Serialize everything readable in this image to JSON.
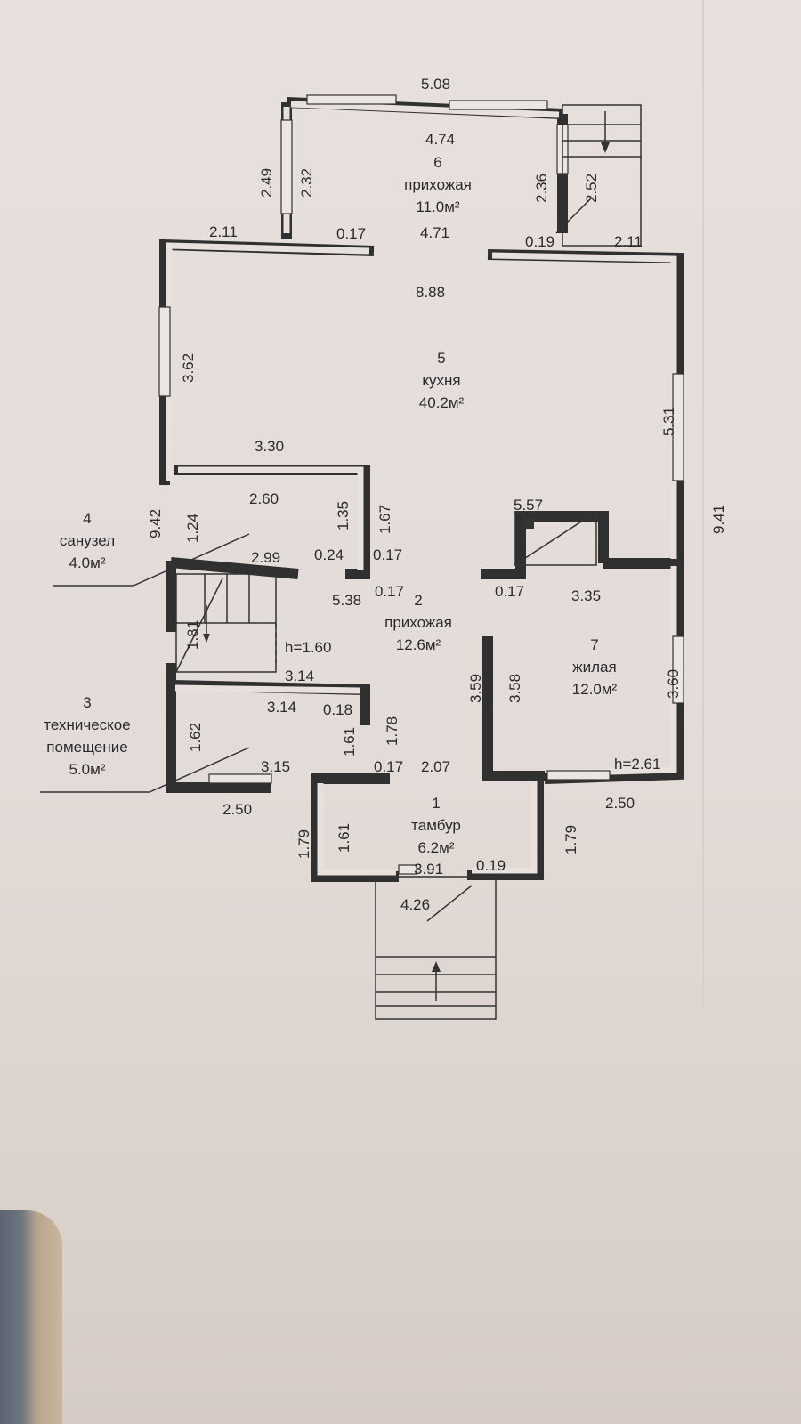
{
  "rooms": [
    {
      "num": "1",
      "name": "тамбур",
      "area": "6.2м²"
    },
    {
      "num": "2",
      "name": "прихожая",
      "area": "12.6м²"
    },
    {
      "num": "3",
      "name_line1": "техническое",
      "name_line2": "помещение",
      "area": "5.0м²"
    },
    {
      "num": "4",
      "name": "санузел",
      "area": "4.0м²"
    },
    {
      "num": "5",
      "name": "кухня",
      "area": "40.2м²"
    },
    {
      "num": "6",
      "name": "прихожая",
      "area": "11.0м²"
    },
    {
      "num": "7",
      "name": "жилая",
      "area": "12.0м²"
    }
  ],
  "dims": {
    "d_5_08": "5.08",
    "d_4_74": "4.74",
    "d_2_49": "2.49",
    "d_2_32": "2.32",
    "d_2_36": "2.36",
    "d_2_52": "2.52",
    "d_4_71": "4.71",
    "d_2_11a": "2.11",
    "d_0_17a": "0.17",
    "d_0_19a": "0.19",
    "d_2_11b": "2.11",
    "d_8_88": "8.88",
    "d_3_62": "3.62",
    "d_5_31": "5.31",
    "d_3_30": "3.30",
    "d_2_60": "2.60",
    "d_1_35": "1.35",
    "d_1_67": "1.67",
    "d_9_42": "9.42",
    "d_1_24": "1.24",
    "d_0_24": "0.24",
    "d_0_17b": "0.17",
    "d_2_99": "2.99",
    "d_5_38": "5.38",
    "d_0_17c": "0.17",
    "d_5_57": "5.57",
    "d_0_17d": "0.17",
    "d_3_35": "3.35",
    "d_9_41": "9.41",
    "d_1_81": "1.81",
    "d_h160": "h=1.60",
    "d_3_14a": "3.14",
    "d_3_14b": "3.14",
    "d_0_18": "0.18",
    "d_3_59": "3.59",
    "d_3_58": "3.58",
    "d_3_60": "3.60",
    "d_1_62": "1.62",
    "d_1_61a": "1.61",
    "d_1_78": "1.78",
    "d_3_15": "3.15",
    "d_0_17e": "0.17",
    "d_2_07": "2.07",
    "d_h261": "h=2.61",
    "d_2_50a": "2.50",
    "d_2_50b": "2.50",
    "d_1_79a": "1.79",
    "d_1_61b": "1.61",
    "d_1_79b": "1.79",
    "d_3_91": "3.91",
    "d_0_19b": "0.19",
    "d_4_26": "4.26"
  }
}
